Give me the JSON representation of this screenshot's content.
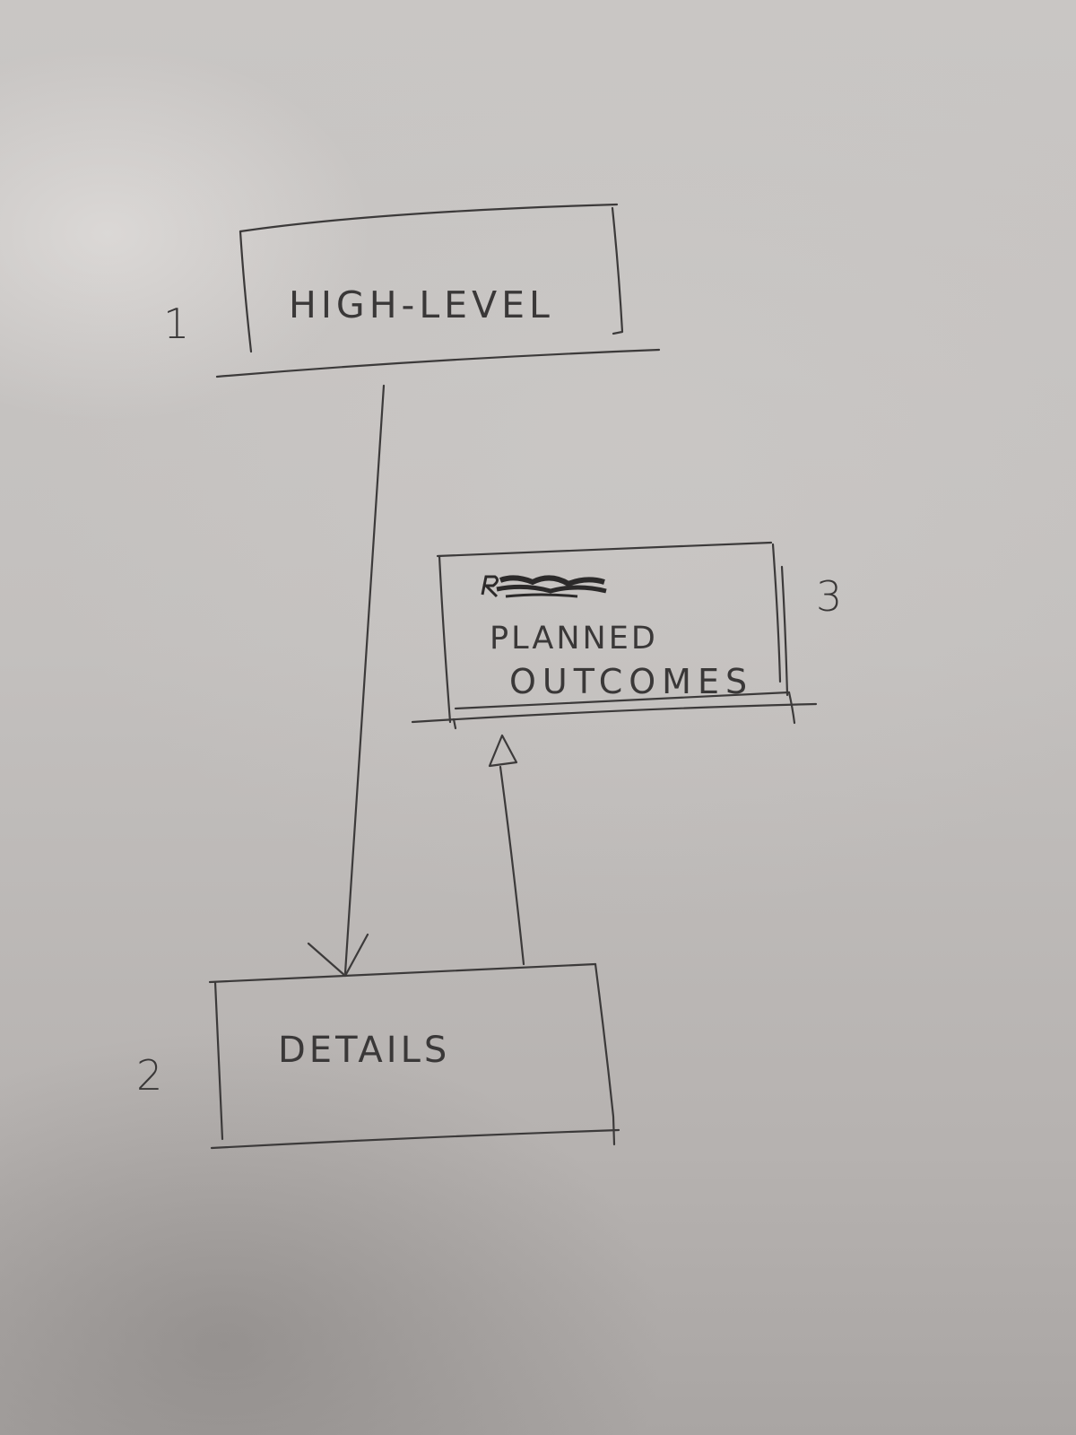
{
  "diagram": {
    "nodes": [
      {
        "id": "1",
        "number": "1",
        "label": "HIGH-LEVEL"
      },
      {
        "id": "2",
        "number": "2",
        "label": "DETAILS"
      },
      {
        "id": "3",
        "number": "3",
        "label_lines": [
          "PLANNED",
          "OUTCOMES"
        ]
      }
    ],
    "edges": [
      {
        "from": "1",
        "to": "2",
        "style": "open-arrow"
      },
      {
        "from": "2",
        "to": "3",
        "style": "hollow-triangle-arrow"
      }
    ],
    "ink_color": "#3c3a3a",
    "paper_color": "#c6c3c1"
  }
}
